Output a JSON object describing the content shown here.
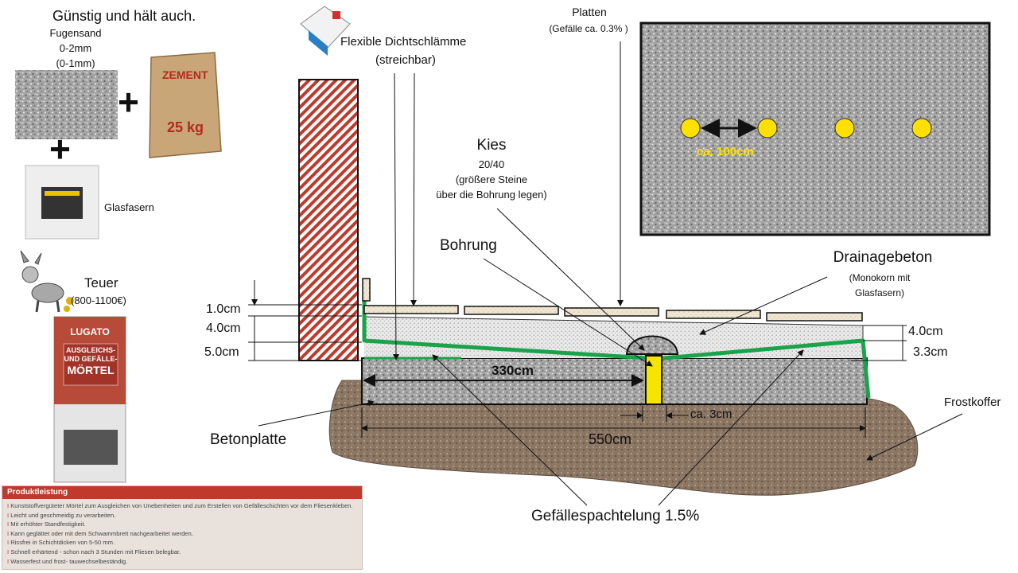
{
  "left_panel": {
    "title": "Günstig und hält auch.",
    "fugensand": {
      "name": "Fugensand",
      "size1": "0-2mm",
      "size2": "(0-1mm)"
    },
    "plus": "+",
    "zement": {
      "brand": "ZEMENT",
      "weight": "25 kg"
    },
    "glasfasern_label": "Glasfasern",
    "expensive": {
      "label": "Teuer",
      "price": "(800-1100€)"
    },
    "lugato": {
      "brand": "LUGATO",
      "line1": "AUSGLEICHS-",
      "line2": "UND GEFÄLLE-",
      "line3": "MÖRTEL"
    },
    "product_box": {
      "heading": "Produktleistung",
      "items": [
        "Kunststoffvergüteter Mörtel zum Ausgleichen von Unebenheiten und zum Erstellen von Gefälleschichten vor dem Fliesenkleben.",
        "Leicht und geschmeidig zu verarbeiten.",
        "Mit erhöhter Standfestigkeit.",
        "Kann geglättet oder mit dem Schwammbrett nachgearbeitet werden.",
        "Rissfrei in Schichtdicken von 5-50 mm.",
        "Schnell erhärtend - schon nach 3 Stunden mit Fliesen belegbar.",
        "Wasserfest und frost- tauwechselbeständig."
      ]
    }
  },
  "diagram": {
    "dichtschlaemme": {
      "line1": "Flexible  Dichtschlämme",
      "line2": "(streichbar)"
    },
    "platten": {
      "name": "Platten",
      "note": "(Gefälle ca. 0.3% )"
    },
    "kies": {
      "name": "Kies",
      "size": "20/40",
      "note1": "(größere Steine",
      "note2": "über die Bohrung legen)"
    },
    "bohrung": "Bohrung",
    "drainagebeton": {
      "name": "Drainagebeton",
      "note1": "(Monokorn  mit",
      "note2": "Glasfasern)"
    },
    "plan_spacing": "ca. 100cm",
    "dims_left": [
      "1.0cm",
      "4.0cm",
      "5.0cm"
    ],
    "dims_right": [
      "4.0cm",
      "3.3cm"
    ],
    "dim_330": "330cm",
    "dim_3": "ca. 3cm",
    "dim_550": "550cm",
    "betonplatte": "Betonplatte",
    "frostkoffer": "Frostkoffer",
    "gefaellespachtelung": "Gefällespachtelung 1.5%"
  },
  "colors": {
    "membrane_green": "#1aa34a",
    "drain_pipe_yellow": "#f5e400",
    "wall_red": "#c0392b",
    "frostkoffer_brown": "#8b7563",
    "dot_yellow": "#ffe000"
  }
}
